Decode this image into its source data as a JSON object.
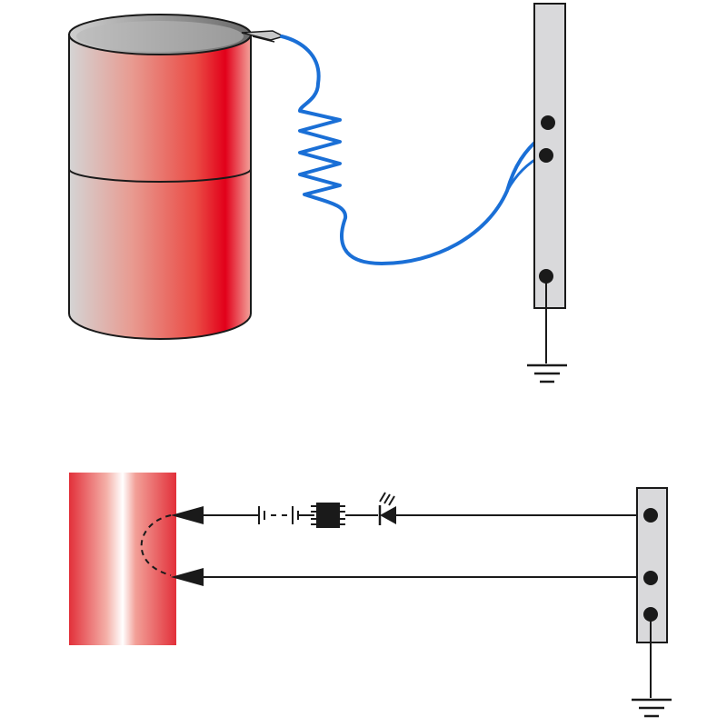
{
  "diagram": {
    "colors": {
      "drum_red": "#e2001a",
      "drum_grey": "#d8d8d8",
      "cable_blue": "#1a6fd6",
      "bar_fill": "#d9d9db",
      "outline": "#1a1a1a"
    },
    "top_view": {
      "drum": {
        "name": "drum-barrel"
      },
      "cable": {
        "name": "coiled-cable",
        "clamp": "clamp-icon"
      },
      "bar": {
        "name": "grounding-bar",
        "terminal_count": 3
      },
      "ground": {
        "name": "ground-symbol-icon"
      }
    },
    "schematic_view": {
      "drum_section": {
        "name": "drum-section"
      },
      "lines": {
        "count": 2
      },
      "components": [
        "battery-icon",
        "chip-icon",
        "led-icon"
      ],
      "bar": {
        "name": "grounding-bar",
        "terminal_count": 3
      },
      "ground": {
        "name": "ground-symbol-icon"
      }
    }
  }
}
